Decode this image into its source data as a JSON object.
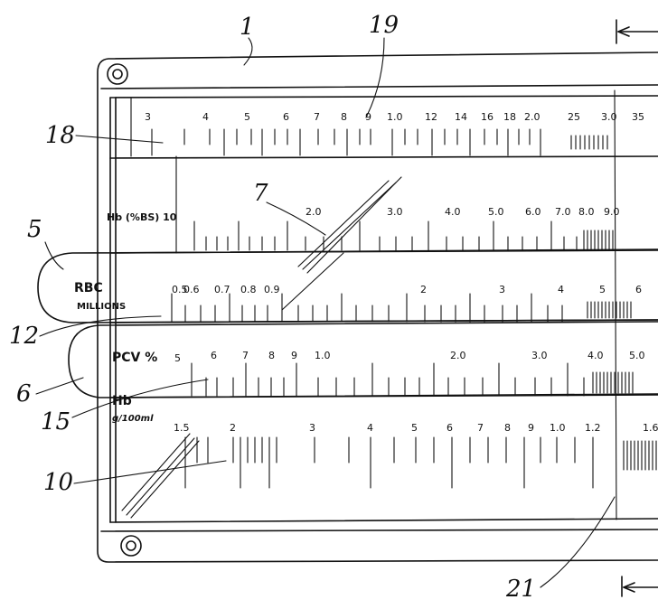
{
  "ref_numerals": {
    "r1": "1",
    "r19": "19",
    "r18": "18",
    "r7": "7",
    "r5": "5",
    "r12": "12",
    "r6": "6",
    "r15": "15",
    "r10": "10",
    "r21": "21"
  },
  "slide_labels": {
    "hb_bs": "Hb (%BS) 10",
    "rbc": "RBC",
    "rbc_sub": "MILLIONS",
    "pcv": "PCV %",
    "pcv_first": "5",
    "hb_g": "Hb",
    "hb_g_sub": "g/100ml"
  },
  "scales": {
    "top_labels": [
      "3",
      "4",
      "5",
      "6",
      "7",
      "8",
      "9",
      "1.0",
      "12",
      "14",
      "16",
      "18",
      "2.0",
      "25",
      "3.0",
      "35"
    ],
    "hb_bs_labels": [
      "2.0",
      "3.0",
      "4.0",
      "5.0",
      "6.0",
      "7.0",
      "8.0",
      "9.0"
    ],
    "rbc_labels": [
      "0.5",
      "0.6",
      "0.7",
      "0.8",
      "0.9",
      "2",
      "3",
      "4",
      "5",
      "6"
    ],
    "pcv_labels": [
      "6",
      "7",
      "8",
      "9",
      "1.0",
      "2.0",
      "3.0",
      "4.0",
      "5.0"
    ],
    "hb_g_labels": [
      "1.5",
      "2",
      "3",
      "4",
      "5",
      "6",
      "7",
      "8",
      "9",
      "1.0",
      "1.2",
      "1.6"
    ]
  }
}
